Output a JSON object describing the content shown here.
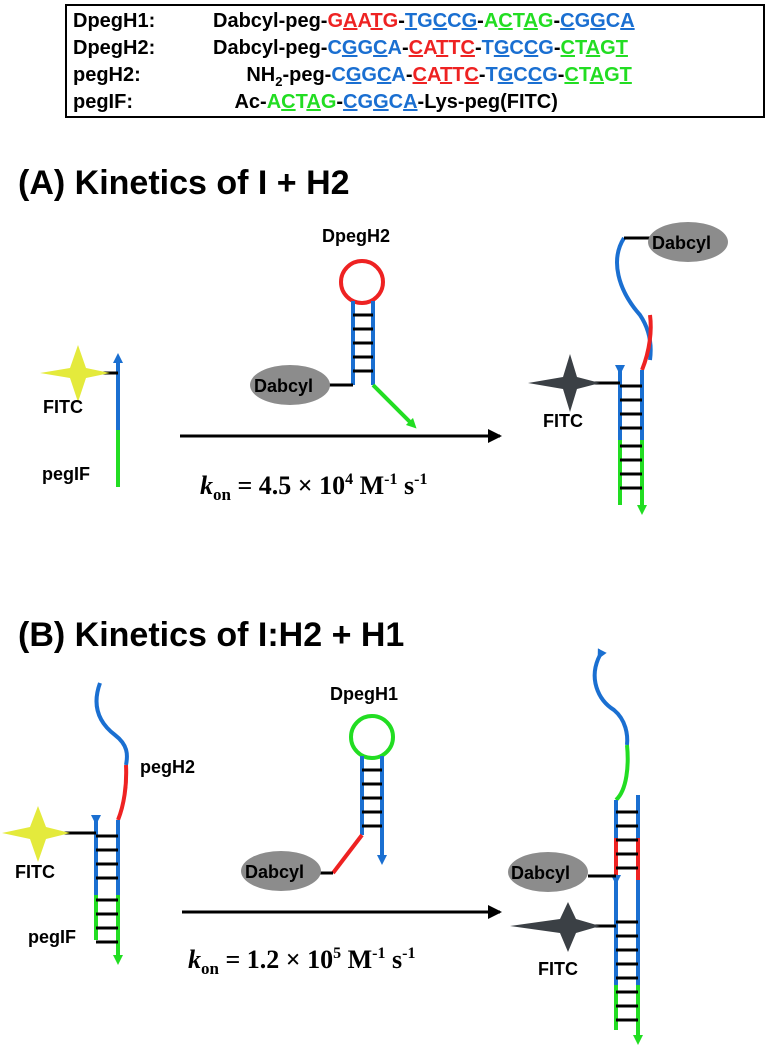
{
  "sequences": [
    {
      "name": "DpegH1:",
      "body": [
        {
          "t": "Dabcyl-peg-",
          "c": "black"
        },
        {
          "t": "G",
          "c": "red"
        },
        {
          "t": "A",
          "c": "red",
          "u": true
        },
        {
          "t": "A",
          "c": "red"
        },
        {
          "t": "T",
          "c": "red",
          "u": true
        },
        {
          "t": "G",
          "c": "red"
        },
        {
          "t": "-",
          "c": "black"
        },
        {
          "t": "T",
          "c": "blue",
          "u": true
        },
        {
          "t": "G",
          "c": "blue"
        },
        {
          "t": "C",
          "c": "blue",
          "u": true
        },
        {
          "t": "C",
          "c": "blue"
        },
        {
          "t": "G",
          "c": "blue",
          "u": true
        },
        {
          "t": "-",
          "c": "black"
        },
        {
          "t": "A",
          "c": "green"
        },
        {
          "t": "C",
          "c": "green",
          "u": true
        },
        {
          "t": "T",
          "c": "green"
        },
        {
          "t": "A",
          "c": "green",
          "u": true
        },
        {
          "t": "G",
          "c": "green"
        },
        {
          "t": "-",
          "c": "black"
        },
        {
          "t": "C",
          "c": "blue",
          "u": true
        },
        {
          "t": "G",
          "c": "blue"
        },
        {
          "t": "G",
          "c": "blue",
          "u": true
        },
        {
          "t": "C",
          "c": "blue"
        },
        {
          "t": "A",
          "c": "blue",
          "u": true
        }
      ]
    },
    {
      "name": "DpegH2:",
      "body": [
        {
          "t": "Dabcyl-peg-",
          "c": "black"
        },
        {
          "t": "C",
          "c": "blue"
        },
        {
          "t": "G",
          "c": "blue",
          "u": true
        },
        {
          "t": "G",
          "c": "blue"
        },
        {
          "t": "C",
          "c": "blue",
          "u": true
        },
        {
          "t": "A",
          "c": "blue"
        },
        {
          "t": "-",
          "c": "black"
        },
        {
          "t": "C",
          "c": "red",
          "u": true
        },
        {
          "t": "A",
          "c": "red"
        },
        {
          "t": "T",
          "c": "red",
          "u": true
        },
        {
          "t": "T",
          "c": "red"
        },
        {
          "t": "C",
          "c": "red",
          "u": true
        },
        {
          "t": "-",
          "c": "black"
        },
        {
          "t": "T",
          "c": "blue"
        },
        {
          "t": "G",
          "c": "blue",
          "u": true
        },
        {
          "t": "C",
          "c": "blue"
        },
        {
          "t": "C",
          "c": "blue",
          "u": true
        },
        {
          "t": "G",
          "c": "blue"
        },
        {
          "t": "-",
          "c": "black"
        },
        {
          "t": "C",
          "c": "green",
          "u": true
        },
        {
          "t": "T",
          "c": "green"
        },
        {
          "t": "A",
          "c": "green",
          "u": true
        },
        {
          "t": "G",
          "c": "green"
        },
        {
          "t": "T",
          "c": "green",
          "u": true
        }
      ]
    },
    {
      "name": "pegH2:",
      "body": [
        {
          "t": "      NH",
          "c": "black"
        },
        {
          "t": "2",
          "c": "black",
          "sub": true
        },
        {
          "t": "-peg-",
          "c": "black"
        },
        {
          "t": "C",
          "c": "blue"
        },
        {
          "t": "G",
          "c": "blue",
          "u": true
        },
        {
          "t": "G",
          "c": "blue"
        },
        {
          "t": "C",
          "c": "blue",
          "u": true
        },
        {
          "t": "A",
          "c": "blue"
        },
        {
          "t": "-",
          "c": "black"
        },
        {
          "t": "C",
          "c": "red",
          "u": true
        },
        {
          "t": "A",
          "c": "red"
        },
        {
          "t": "T",
          "c": "red",
          "u": true
        },
        {
          "t": "T",
          "c": "red"
        },
        {
          "t": "C",
          "c": "red",
          "u": true
        },
        {
          "t": "-",
          "c": "black"
        },
        {
          "t": "T",
          "c": "blue"
        },
        {
          "t": "G",
          "c": "blue",
          "u": true
        },
        {
          "t": "C",
          "c": "blue"
        },
        {
          "t": "C",
          "c": "blue",
          "u": true
        },
        {
          "t": "G",
          "c": "blue"
        },
        {
          "t": "-",
          "c": "black"
        },
        {
          "t": "C",
          "c": "green",
          "u": true
        },
        {
          "t": "T",
          "c": "green"
        },
        {
          "t": "A",
          "c": "green",
          "u": true
        },
        {
          "t": "G",
          "c": "green"
        },
        {
          "t": "T",
          "c": "green",
          "u": true
        }
      ]
    },
    {
      "name": "pegIF:",
      "body": [
        {
          "t": "    Ac-",
          "c": "black"
        },
        {
          "t": "A",
          "c": "green"
        },
        {
          "t": "C",
          "c": "green",
          "u": true
        },
        {
          "t": "T",
          "c": "green"
        },
        {
          "t": "A",
          "c": "green",
          "u": true
        },
        {
          "t": "G",
          "c": "green"
        },
        {
          "t": "-",
          "c": "black"
        },
        {
          "t": "C",
          "c": "blue",
          "u": true
        },
        {
          "t": "G",
          "c": "blue"
        },
        {
          "t": "G",
          "c": "blue",
          "u": true
        },
        {
          "t": "C",
          "c": "blue"
        },
        {
          "t": "A",
          "c": "blue",
          "u": true
        },
        {
          "t": "-Lys-peg(FITC)",
          "c": "black"
        }
      ]
    }
  ],
  "colors": {
    "red": "#ee2222",
    "blue": "#1a6fd1",
    "green": "#22dd22",
    "fitc_yellow": "#e4ea3c",
    "fitc_dark": "#3b4045",
    "dabcyl": "#8c8c8c",
    "black": "#000000"
  },
  "panel_a": {
    "title": "(A) Kinetics of I + H2",
    "hairpin_label": "DpegH2",
    "fitc_label": "FITC",
    "strand_label": "pegIF",
    "dabcyl_label": "Dabcyl",
    "product_dabcyl_label": "Dabcyl",
    "product_fitc_label": "FITC",
    "rate": {
      "k": "k",
      "sub": "on",
      "eq": " = 4.5 × 10",
      "exp": "4",
      "unit1": " M",
      "unit1_exp": "-1",
      "unit2": " s",
      "unit2_exp": "-1"
    }
  },
  "panel_b": {
    "title": "(B) Kinetics of I:H2 + H1",
    "strand_h2_label": "pegH2",
    "fitc_label": "FITC",
    "strand_label": "pegIF",
    "hairpin_label": "DpegH1",
    "dabcyl_label": "Dabcyl",
    "product_dabcyl_label": "Dabcyl",
    "product_fitc_label": "FITC",
    "rate": {
      "k": "k",
      "sub": "on",
      "eq": " = 1.2 × 10",
      "exp": "5",
      "unit1": " M",
      "unit1_exp": "-1",
      "unit2": " s",
      "unit2_exp": "-1"
    }
  }
}
